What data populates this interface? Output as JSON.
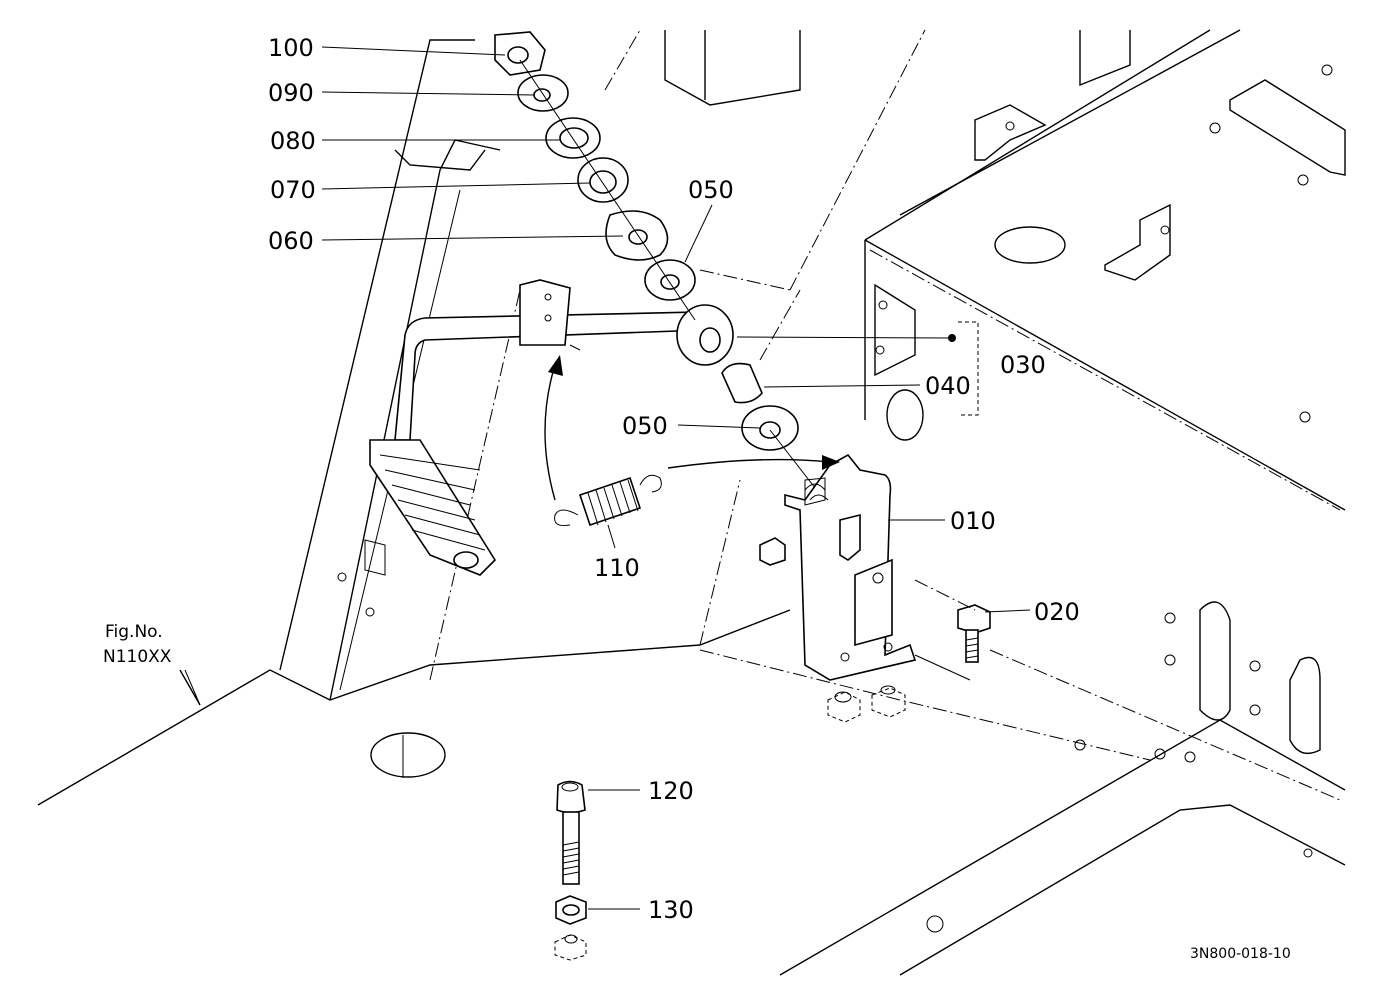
{
  "figure": {
    "fig_label_line1": "Fig.No.",
    "fig_label_line2": "N110XX",
    "drawing_ref": "3N800-018-10"
  },
  "callouts": {
    "p100": "100",
    "p090": "090",
    "p080": "080",
    "p070": "070",
    "p060": "060",
    "p050a": "050",
    "p030": "030",
    "p040": "040",
    "p050b": "050",
    "p010": "010",
    "p110": "110",
    "p020": "020",
    "p120": "120",
    "p130": "130"
  }
}
